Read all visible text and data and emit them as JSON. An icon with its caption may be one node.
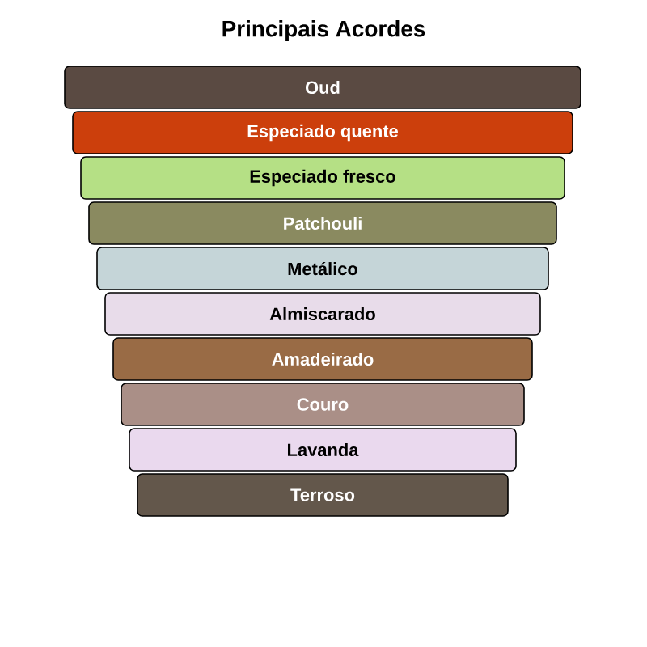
{
  "diagram": {
    "title": "Principais Acordes",
    "nodes": [
      {
        "text": [
          "Oud"
        ]
      },
      {
        "text": [
          "Especiado quente"
        ]
      },
      {
        "text": [
          "Especiado fresco"
        ]
      },
      {
        "text": [
          "Patchouli"
        ]
      },
      {
        "text": [
          "Metálico"
        ]
      },
      {
        "text": [
          "Almiscarado"
        ]
      },
      {
        "text": [
          "Amadeirado"
        ]
      },
      {
        "text": [
          "Couro"
        ]
      },
      {
        "text": [
          "Lavanda"
        ]
      },
      {
        "text": [
          "Terroso"
        ]
      }
    ]
  }
}
